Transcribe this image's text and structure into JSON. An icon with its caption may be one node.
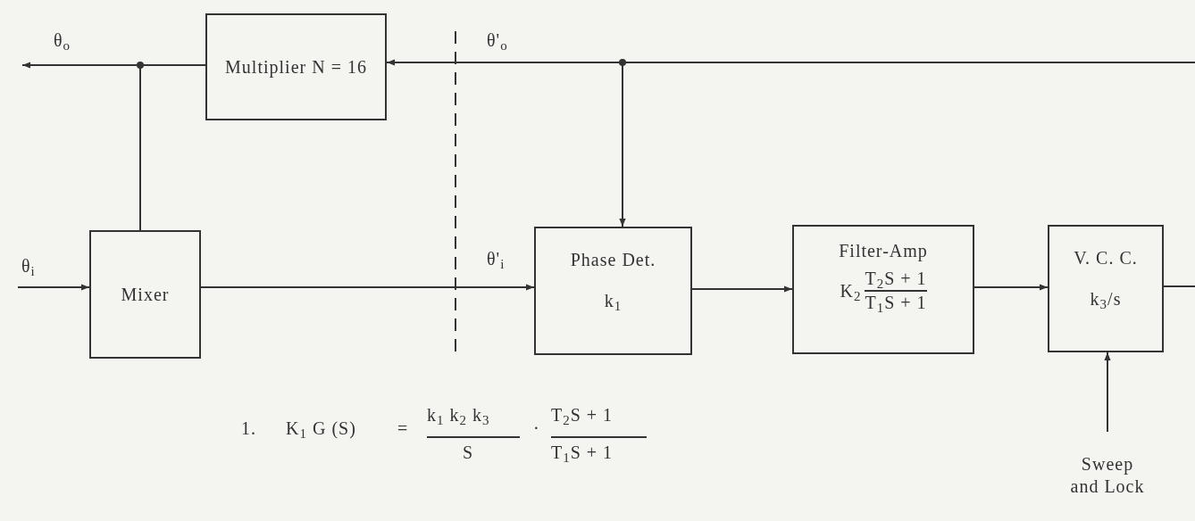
{
  "diagram": {
    "nodes": [
      {
        "text": [
          "Multiplier N = 16"
        ]
      },
      {
        "text": [
          "Mixer"
        ]
      },
      {
        "text": [
          "Phase Det.",
          "k$_{1}$"
        ]
      },
      {
        "text": [
          "Filter-Amp",
          "K$_{2}$",
          "T$_{2}$S + 1",
          "T$_{1}$S + 1"
        ]
      },
      {
        "text": [
          "V. C. C.",
          "k$_{3}$/s"
        ]
      },
      {
        "text": [
          "Sweep and Lock"
        ]
      }
    ],
    "edges": [
      {
        "from": 4,
        "to": 0,
        "arrow": "to",
        "label": "θ'$_{o}$"
      },
      {
        "from": 4,
        "to": 2,
        "arrow": "to"
      },
      {
        "from": 0,
        "to": null,
        "arrow": "to",
        "label": "θ$_{o}$"
      },
      {
        "from": 0,
        "to": 1,
        "arrow": "none"
      },
      {
        "from": null,
        "to": 1,
        "arrow": "to",
        "label": "θ$_{i}$"
      },
      {
        "from": 1,
        "to": 2,
        "arrow": "to",
        "label": "θ'$_{i}$"
      },
      {
        "from": 2,
        "to": 3,
        "arrow": "to"
      },
      {
        "from": 3,
        "to": 4,
        "arrow": "to"
      },
      {
        "from": 5,
        "to": 4,
        "arrow": "to"
      }
    ],
    "labels": [
      "1.",
      "K$_{1}$ G (S)",
      "=",
      "k$_{1}$ k$_{2}$ k$_{3}$",
      "S",
      "·",
      "T$_{2}$S + 1",
      "T$_{1}$S + 1"
    ]
  }
}
